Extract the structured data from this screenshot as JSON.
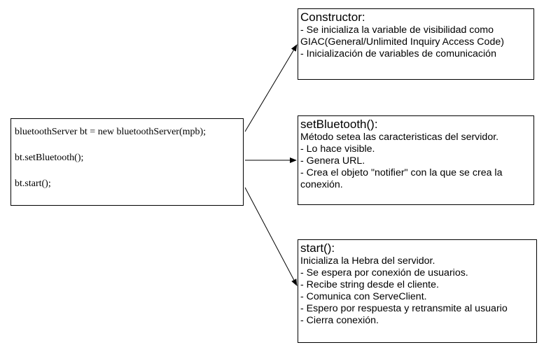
{
  "code": {
    "line1": "bluetoothServer bt = new bluetoothServer(mpb);",
    "line2": "bt.setBluetooth();",
    "line3": "bt.start();"
  },
  "constructor": {
    "title": "Constructor:",
    "lines": [
      "- Se inicializa la variable de visibilidad como",
      "GIAC(General/Unlimited Inquiry Access Code)",
      "- Inicialización de variables de comunicación"
    ]
  },
  "setbluetooth": {
    "title": "setBluetooth():",
    "lines": [
      "Método setea las caracteristicas del servidor.",
      "- Lo hace visible.",
      "- Genera URL.",
      "- Crea el objeto \"notifier\" con la que se crea la",
      "conexión."
    ]
  },
  "start": {
    "title": "start():",
    "lines": [
      "Inicializa la Hebra del servidor.",
      "- Se espera por conexión de usuarios.",
      "- Recibe string desde el cliente.",
      "- Comunica con ServeClient.",
      "- Espero por respuesta y retransmite al usuario",
      "- Cierra conexión."
    ]
  }
}
